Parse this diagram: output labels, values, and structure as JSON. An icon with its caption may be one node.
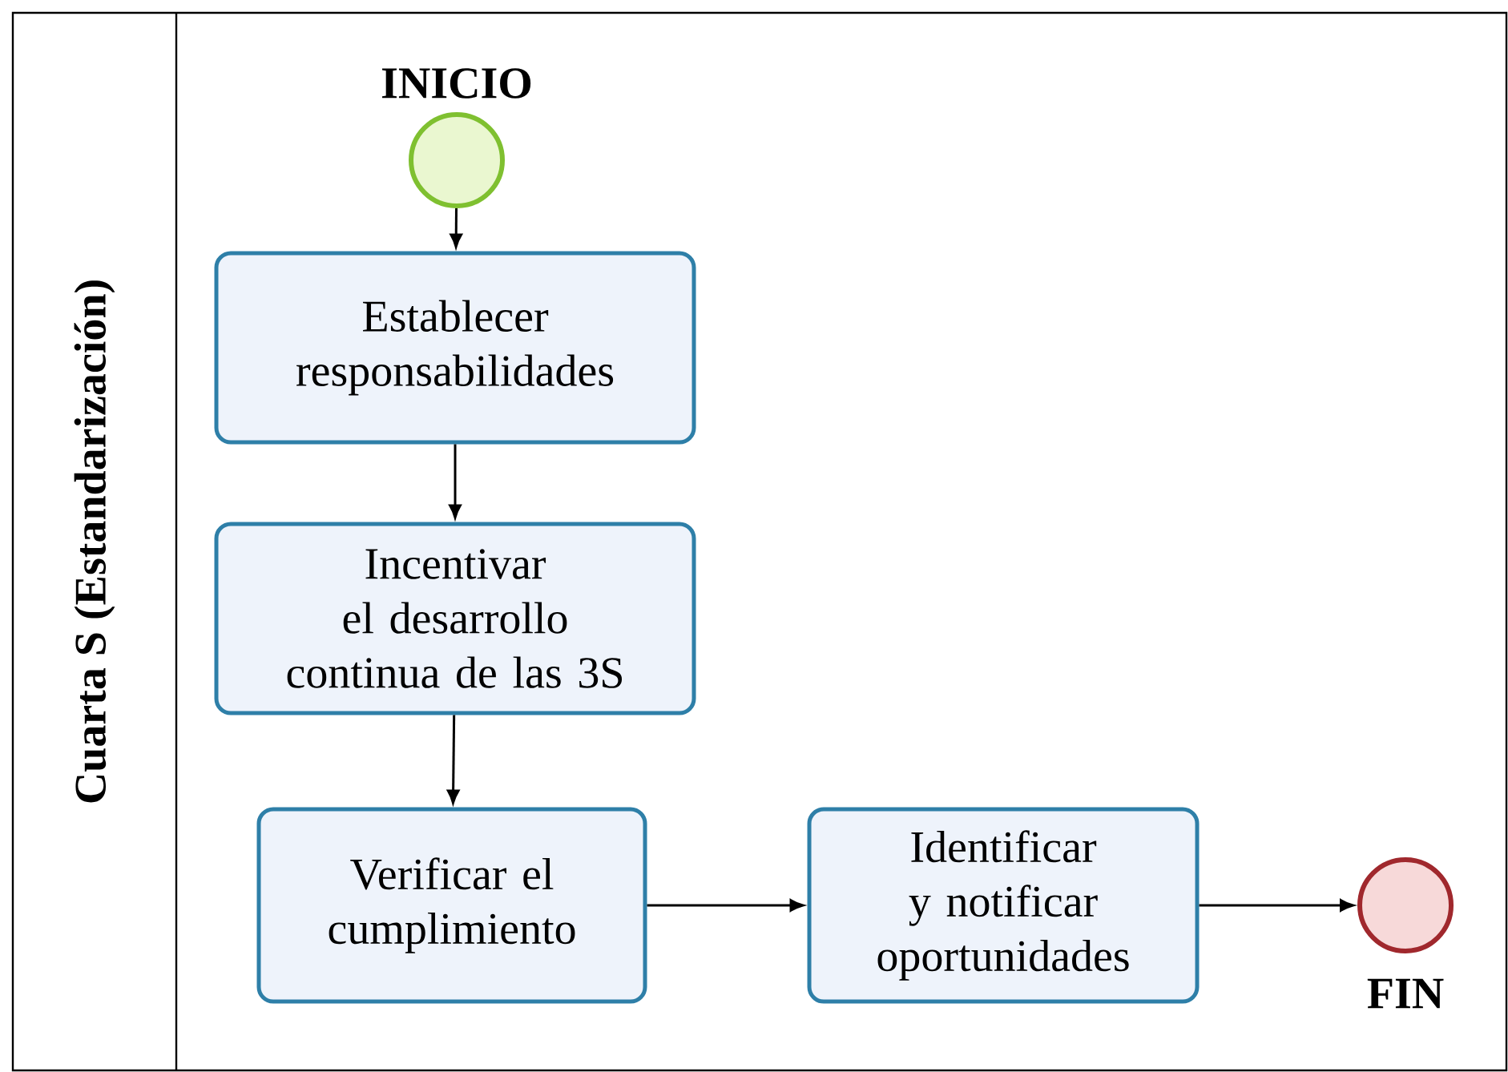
{
  "diagram": {
    "nodes": [
      {
        "text": [
          "Cuarta S (Estandarización)"
        ]
      },
      {
        "text": [
          "INICIO"
        ],
        "in": 0
      },
      {
        "text": [
          "Establecer responsabilidades"
        ],
        "in": 0
      },
      {
        "text": [
          "Incentivar el desarrollo continua de las 3S"
        ],
        "in": 0
      },
      {
        "text": [
          "Verificar el cumplimiento"
        ],
        "in": 0
      },
      {
        "text": [
          "Identificar y notificar oportunidades"
        ],
        "in": 0
      },
      {
        "text": [
          "FIN"
        ],
        "in": 0
      }
    ],
    "edges": [
      {
        "from": 1,
        "to": 2,
        "arrow": "to"
      },
      {
        "from": 2,
        "to": 3,
        "arrow": "to"
      },
      {
        "from": 3,
        "to": 4,
        "arrow": "to"
      },
      {
        "from": 4,
        "to": 5,
        "arrow": "to"
      },
      {
        "from": 5,
        "to": 6,
        "arrow": "to"
      }
    ]
  }
}
